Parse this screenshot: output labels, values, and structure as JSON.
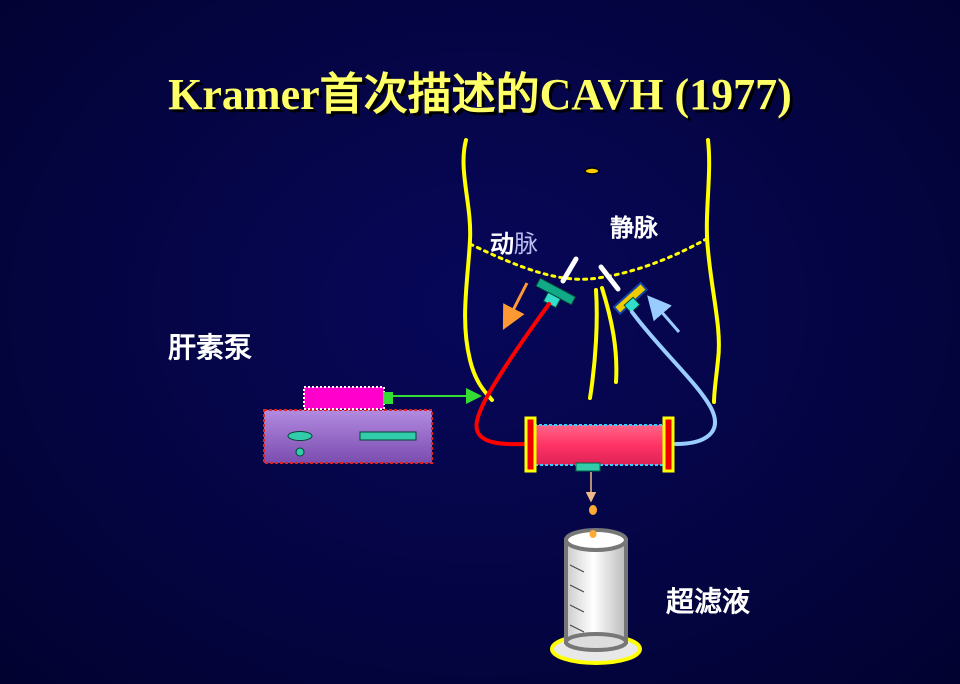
{
  "slide": {
    "title": "Kramer首次描述的CAVH (1977)",
    "labels": {
      "heparin_pump": "肝素泵",
      "ultrafiltrate": "超滤液",
      "vein": "静脉",
      "artery_part1": "动",
      "artery_part2": "脉"
    }
  },
  "colors": {
    "background": "#050548",
    "title": "#ffff66",
    "body_outline": "#ffff00",
    "arterial_line": "#ff0000",
    "venous_line": "#99ccff",
    "filter": "#ff3366",
    "syringe": "#ff00cc",
    "pump_body": "#9966cc"
  }
}
